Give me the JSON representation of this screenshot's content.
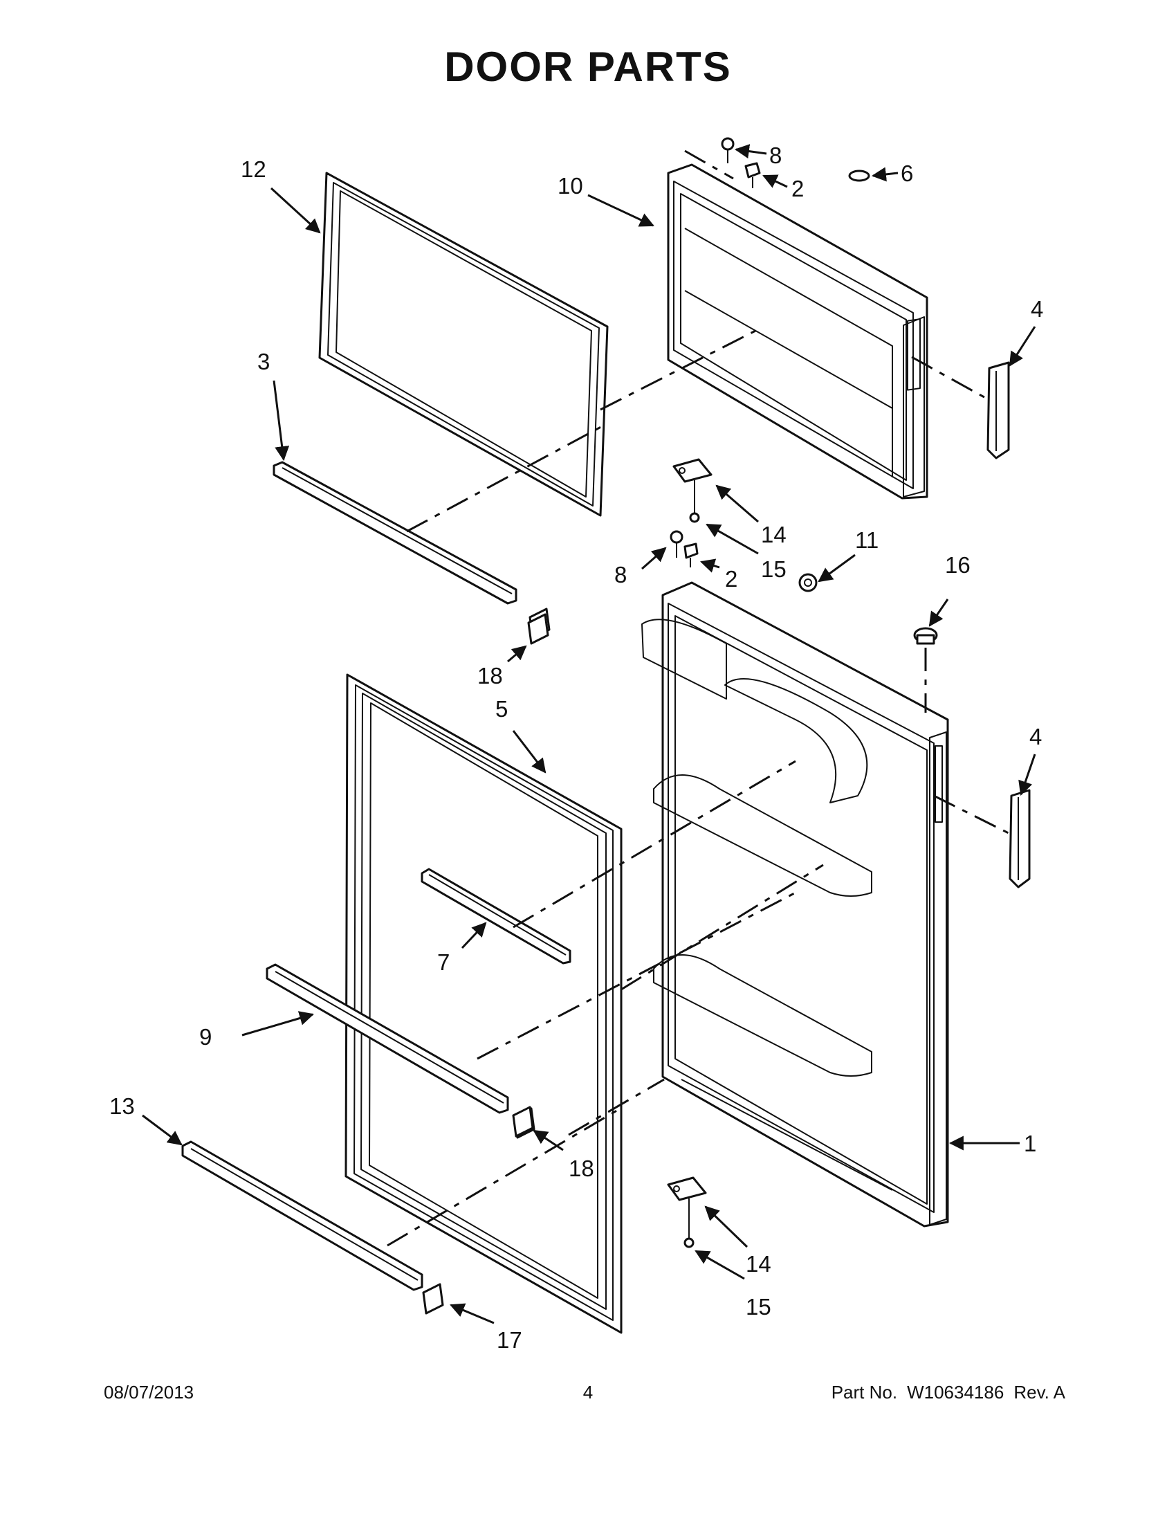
{
  "title": "DOOR PARTS",
  "footer": {
    "date": "08/07/2013",
    "page_number": "4",
    "part_label": "Part No.",
    "part_number": "W10634186",
    "revision": "Rev.  A"
  },
  "callouts": {
    "c1": "1",
    "c2a": "2",
    "c2b": "2",
    "c3": "3",
    "c4a": "4",
    "c4b": "4",
    "c5": "5",
    "c6": "6",
    "c7": "7",
    "c8a": "8",
    "c8b": "8",
    "c9": "9",
    "c10": "10",
    "c11": "11",
    "c12": "12",
    "c13": "13",
    "c14a": "14",
    "c14b": "14",
    "c15a": "15",
    "c15b": "15",
    "c16": "16",
    "c17": "17",
    "c18a": "18",
    "c18b": "18"
  }
}
